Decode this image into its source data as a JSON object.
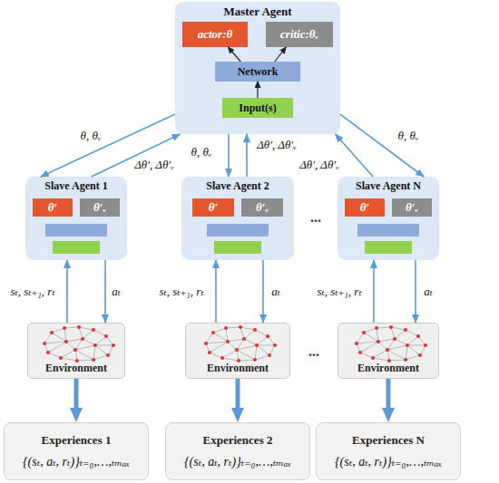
{
  "diagram": {
    "nodes": [
      {
        "text": [
          "Master Agent"
        ]
      },
      {
        "text": [
          "actor:θ"
        ],
        "in": 0
      },
      {
        "text": [
          "critic:θᵥ"
        ],
        "in": 0
      },
      {
        "text": [
          "Network"
        ],
        "in": 0
      },
      {
        "text": [
          "Input(s)"
        ],
        "in": 0
      },
      {
        "text": [
          "Slave Agent 1"
        ]
      },
      {
        "text": [
          "θ′"
        ],
        "in": 5
      },
      {
        "text": [
          "θ′ᵥ"
        ],
        "in": 5
      },
      {
        "text": [
          "Slave Agent 2"
        ]
      },
      {
        "text": [
          "θ′"
        ],
        "in": 8
      },
      {
        "text": [
          "θ′ᵥ"
        ],
        "in": 8
      },
      {
        "text": [
          "Slave Agent N"
        ]
      },
      {
        "text": [
          "θ′"
        ],
        "in": 11
      },
      {
        "text": [
          "θ′ᵥ"
        ],
        "in": 11
      },
      {
        "text": [
          "Environment"
        ]
      },
      {
        "text": [
          "Environment"
        ]
      },
      {
        "text": [
          "Environment"
        ]
      },
      {
        "text": [
          "Experiences 1",
          "{(sₜ, aₜ, rₜ)}ₜ₌₀,…,ₜₘₐₓ"
        ]
      },
      {
        "text": [
          "Experiences 2",
          "{(sₜ, aₜ, rₜ)}ₜ₌₀,…,ₜₘₐₓ"
        ]
      },
      {
        "text": [
          "Experiences N",
          "{(sₜ, aₜ, rₜ)}ₜ₌₀,…,ₜₘₐₓ"
        ]
      }
    ],
    "edges": [
      {
        "from": 4,
        "to": 3,
        "arrow": "to"
      },
      {
        "from": 3,
        "to": 1,
        "arrow": "to"
      },
      {
        "from": 3,
        "to": 2,
        "arrow": "to"
      },
      {
        "from": 0,
        "to": 5,
        "label": "θ, θᵥ",
        "arrow": "to"
      },
      {
        "from": 5,
        "to": 0,
        "label": "Δθ′, Δθ′ᵥ",
        "arrow": "to"
      },
      {
        "from": 0,
        "to": 8,
        "label": "θ, θᵥ",
        "arrow": "to"
      },
      {
        "from": 8,
        "to": 0,
        "label": "Δθ′, Δθ′ᵥ",
        "arrow": "to"
      },
      {
        "from": 0,
        "to": 11,
        "label": "θ, θᵥ",
        "arrow": "to"
      },
      {
        "from": 11,
        "to": 0,
        "label": "Δθ′, Δθ′ᵥ",
        "arrow": "to"
      },
      {
        "from": 14,
        "to": 5,
        "label": "sₜ, sₜ₊₁, rₜ",
        "arrow": "to"
      },
      {
        "from": 5,
        "to": 14,
        "label": "aₜ",
        "arrow": "to"
      },
      {
        "from": 15,
        "to": 8,
        "label": "sₜ, sₜ₊₁, rₜ",
        "arrow": "to"
      },
      {
        "from": 8,
        "to": 15,
        "label": "aₜ",
        "arrow": "to"
      },
      {
        "from": 16,
        "to": 11,
        "label": "sₜ, sₜ₊₁, rₜ",
        "arrow": "to"
      },
      {
        "from": 11,
        "to": 16,
        "label": "aₜ",
        "arrow": "to"
      },
      {
        "from": 14,
        "to": 17,
        "arrow": "to"
      },
      {
        "from": 15,
        "to": 18,
        "arrow": "to"
      },
      {
        "from": 16,
        "to": 19,
        "arrow": "to"
      }
    ],
    "labels": [
      "...",
      "..."
    ]
  }
}
